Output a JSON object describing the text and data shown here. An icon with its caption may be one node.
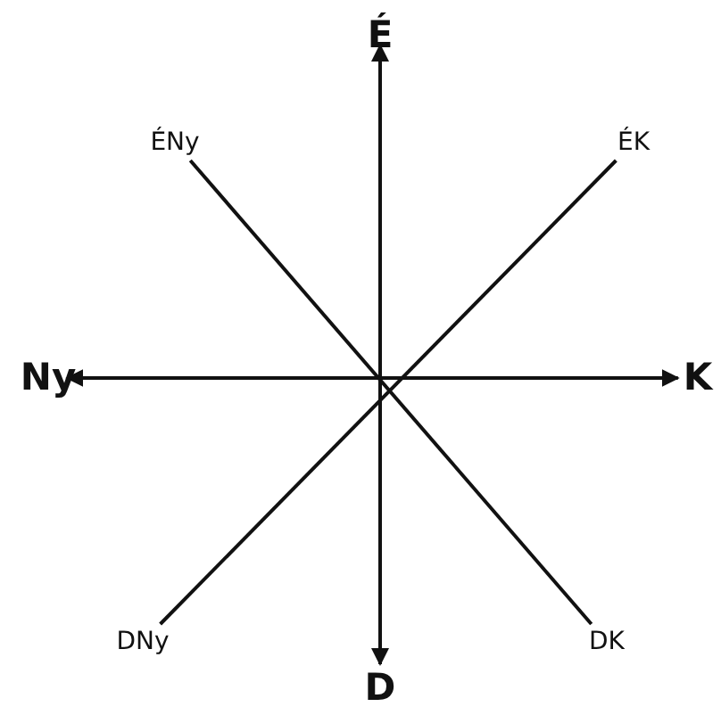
{
  "diagram": {
    "nodes": [
      {
        "text": [
          "É"
        ]
      },
      {
        "text": [
          "ÉNy"
        ]
      },
      {
        "text": [
          "ÉK"
        ]
      },
      {
        "text": [
          "Ny"
        ]
      },
      {
        "text": [
          "K"
        ]
      },
      {
        "text": [
          "DNy"
        ]
      },
      {
        "text": [
          "DK"
        ]
      },
      {
        "text": [
          "D"
        ]
      }
    ],
    "edges": [
      {
        "from": 0,
        "to": 7,
        "arrow": "both"
      },
      {
        "from": 3,
        "to": 4,
        "arrow": "both"
      },
      {
        "from": 1,
        "to": 6,
        "arrow": "none"
      },
      {
        "from": 2,
        "to": 5,
        "arrow": "none"
      }
    ]
  }
}
